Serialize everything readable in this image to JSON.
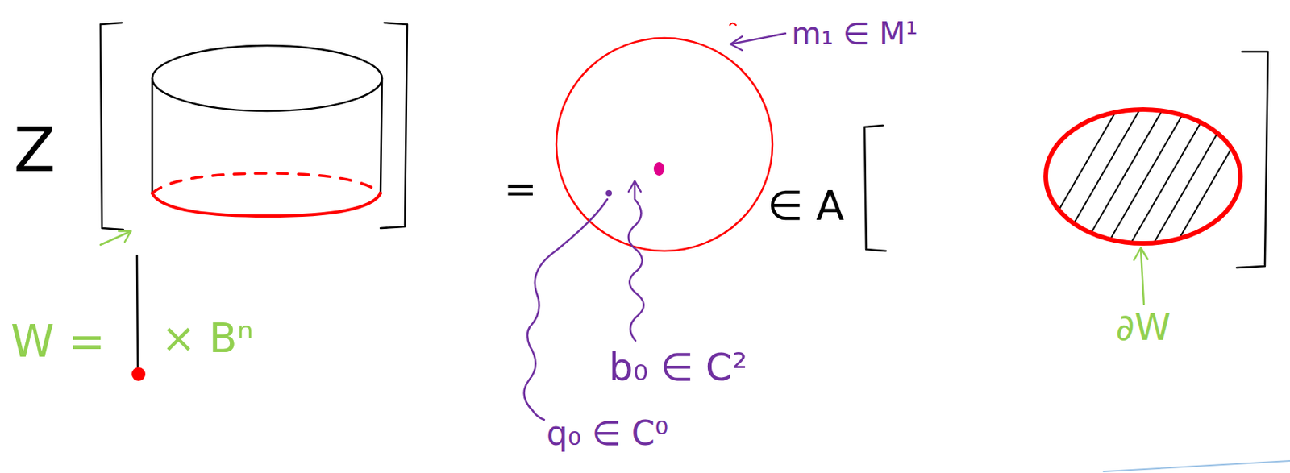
{
  "diagram": {
    "labels": [
      "Z",
      "=",
      "m₁ ∈ M¹",
      "b₀ ∈ C²",
      "q₀ ∈ C⁰",
      "∈ A",
      "W =",
      "× Bⁿ",
      "∂W"
    ]
  }
}
